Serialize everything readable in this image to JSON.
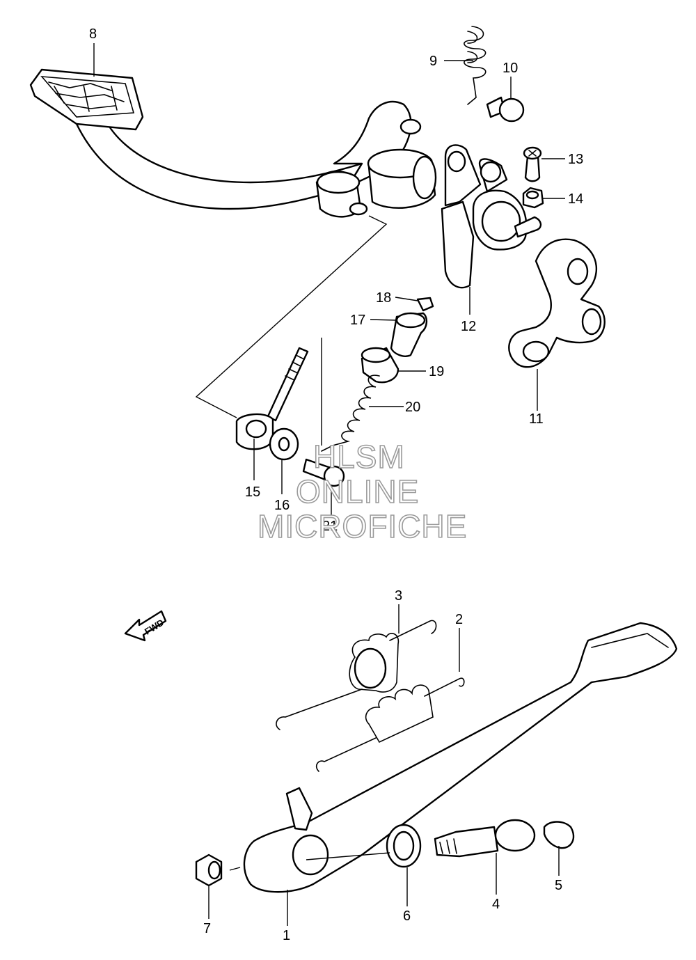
{
  "callouts": [
    {
      "id": "1",
      "label": "1"
    },
    {
      "id": "2",
      "label": "2"
    },
    {
      "id": "3",
      "label": "3"
    },
    {
      "id": "4",
      "label": "4"
    },
    {
      "id": "5",
      "label": "5"
    },
    {
      "id": "6",
      "label": "6"
    },
    {
      "id": "7",
      "label": "7"
    },
    {
      "id": "8",
      "label": "8"
    },
    {
      "id": "9",
      "label": "9"
    },
    {
      "id": "10",
      "label": "10"
    },
    {
      "id": "11",
      "label": "11"
    },
    {
      "id": "12",
      "label": "12"
    },
    {
      "id": "13",
      "label": "13"
    },
    {
      "id": "14",
      "label": "14"
    },
    {
      "id": "15",
      "label": "15"
    },
    {
      "id": "16",
      "label": "16"
    },
    {
      "id": "17",
      "label": "17"
    },
    {
      "id": "18",
      "label": "18"
    },
    {
      "id": "19",
      "label": "19"
    },
    {
      "id": "20",
      "label": "20"
    },
    {
      "id": "21",
      "label": "21"
    }
  ],
  "fwd_arrow": {
    "label": "FWD"
  },
  "watermark": {
    "line1": "HLSM",
    "line2": "ONLINE",
    "line3": "MICROFICHE",
    "color": "#9a9a9a"
  }
}
